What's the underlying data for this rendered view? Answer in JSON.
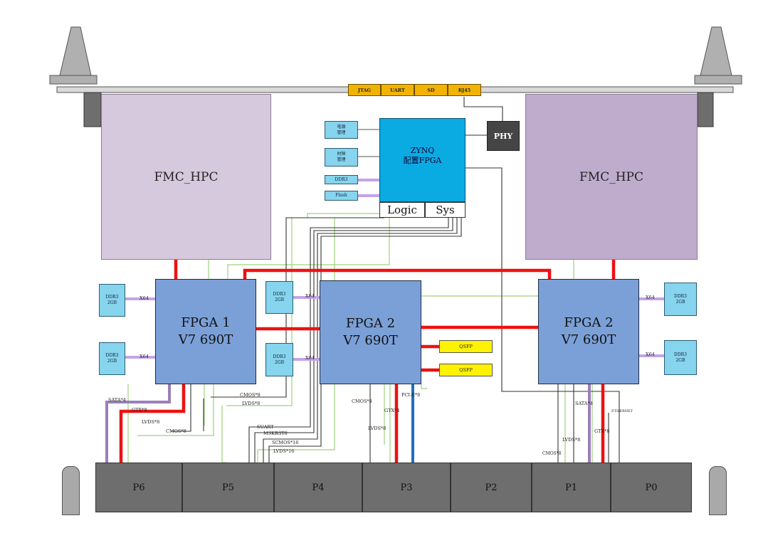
{
  "front_panel": {
    "connectors": [
      "JTAG",
      "UART",
      "SD",
      "RJ45"
    ]
  },
  "fmc": {
    "left_label": "FMC_HPC",
    "right_label": "FMC_HPC"
  },
  "zynq": {
    "label": "ZYNQ\n配置FPGA",
    "logic_label": "Logic",
    "sys_label": "Sys",
    "peripherals": [
      "电源\n管理",
      "时钟\n管理",
      "DDR3",
      "Flash"
    ]
  },
  "phy_label": "PHY",
  "fpgas": [
    {
      "label": "FPGA 1\nV7 690T"
    },
    {
      "label": "FPGA 2\nV7 690T"
    },
    {
      "label": "FPGA 2\nV7 690T"
    }
  ],
  "ddr_label": "DDR3\n2GB",
  "ddr_bus_labels": [
    "X64",
    "X64",
    "X64",
    "X64",
    "X64",
    "X64"
  ],
  "qsfp_labels": [
    "QSFP",
    "QSFP"
  ],
  "signal_labels": {
    "sata_p6": "SATA*4",
    "gtx_p6": "GTX*8",
    "lvds_p6": "LVDS*8",
    "cmos_p6": "CMOS*8",
    "cmos_f2": "CMOS*8",
    "lvds_f2": "LVDS*8",
    "suart": "SUART",
    "mskrst": "MSKRST8",
    "scmos": "SCMOS*16",
    "lvds16": "LVDS*16",
    "cmos_p3": "CMOS*8",
    "gtx_p3": "GTX*4",
    "lvds_p3": "LVDS*8",
    "pcie": "PCI-E*8",
    "sata_p1": "SATA*4",
    "gtx_p1": "GTX*8",
    "lvds_p1": "LVDS*8",
    "cmos_p1": "CMOS*8",
    "ethernet": "ETHERNET"
  },
  "ports": [
    "P6",
    "P5",
    "P4",
    "P3",
    "P2",
    "P1",
    "P0"
  ],
  "colors": {
    "red_link": "#ee1111",
    "green_link": "#9ed27a",
    "purple_link": "#9b7fb8",
    "blue_link": "#1f6fc0"
  }
}
